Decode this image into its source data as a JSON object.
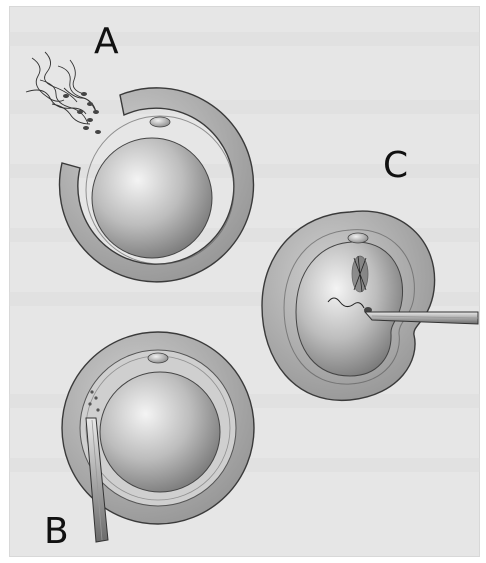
{
  "figure": {
    "label_a": "A",
    "label_b": "B",
    "label_c": "C"
  },
  "colors": {
    "background": "#e6e6e6",
    "zona_fill": "#b0b0b0",
    "zona_edge": "#3a3a3a",
    "oocyte_highlight": "#f2f2f2",
    "oocyte_shadow": "#7a7a7a"
  },
  "icons": [
    "sperm-cluster-icon",
    "micropipette-icon",
    "injection-needle-icon",
    "polar-body-icon"
  ]
}
